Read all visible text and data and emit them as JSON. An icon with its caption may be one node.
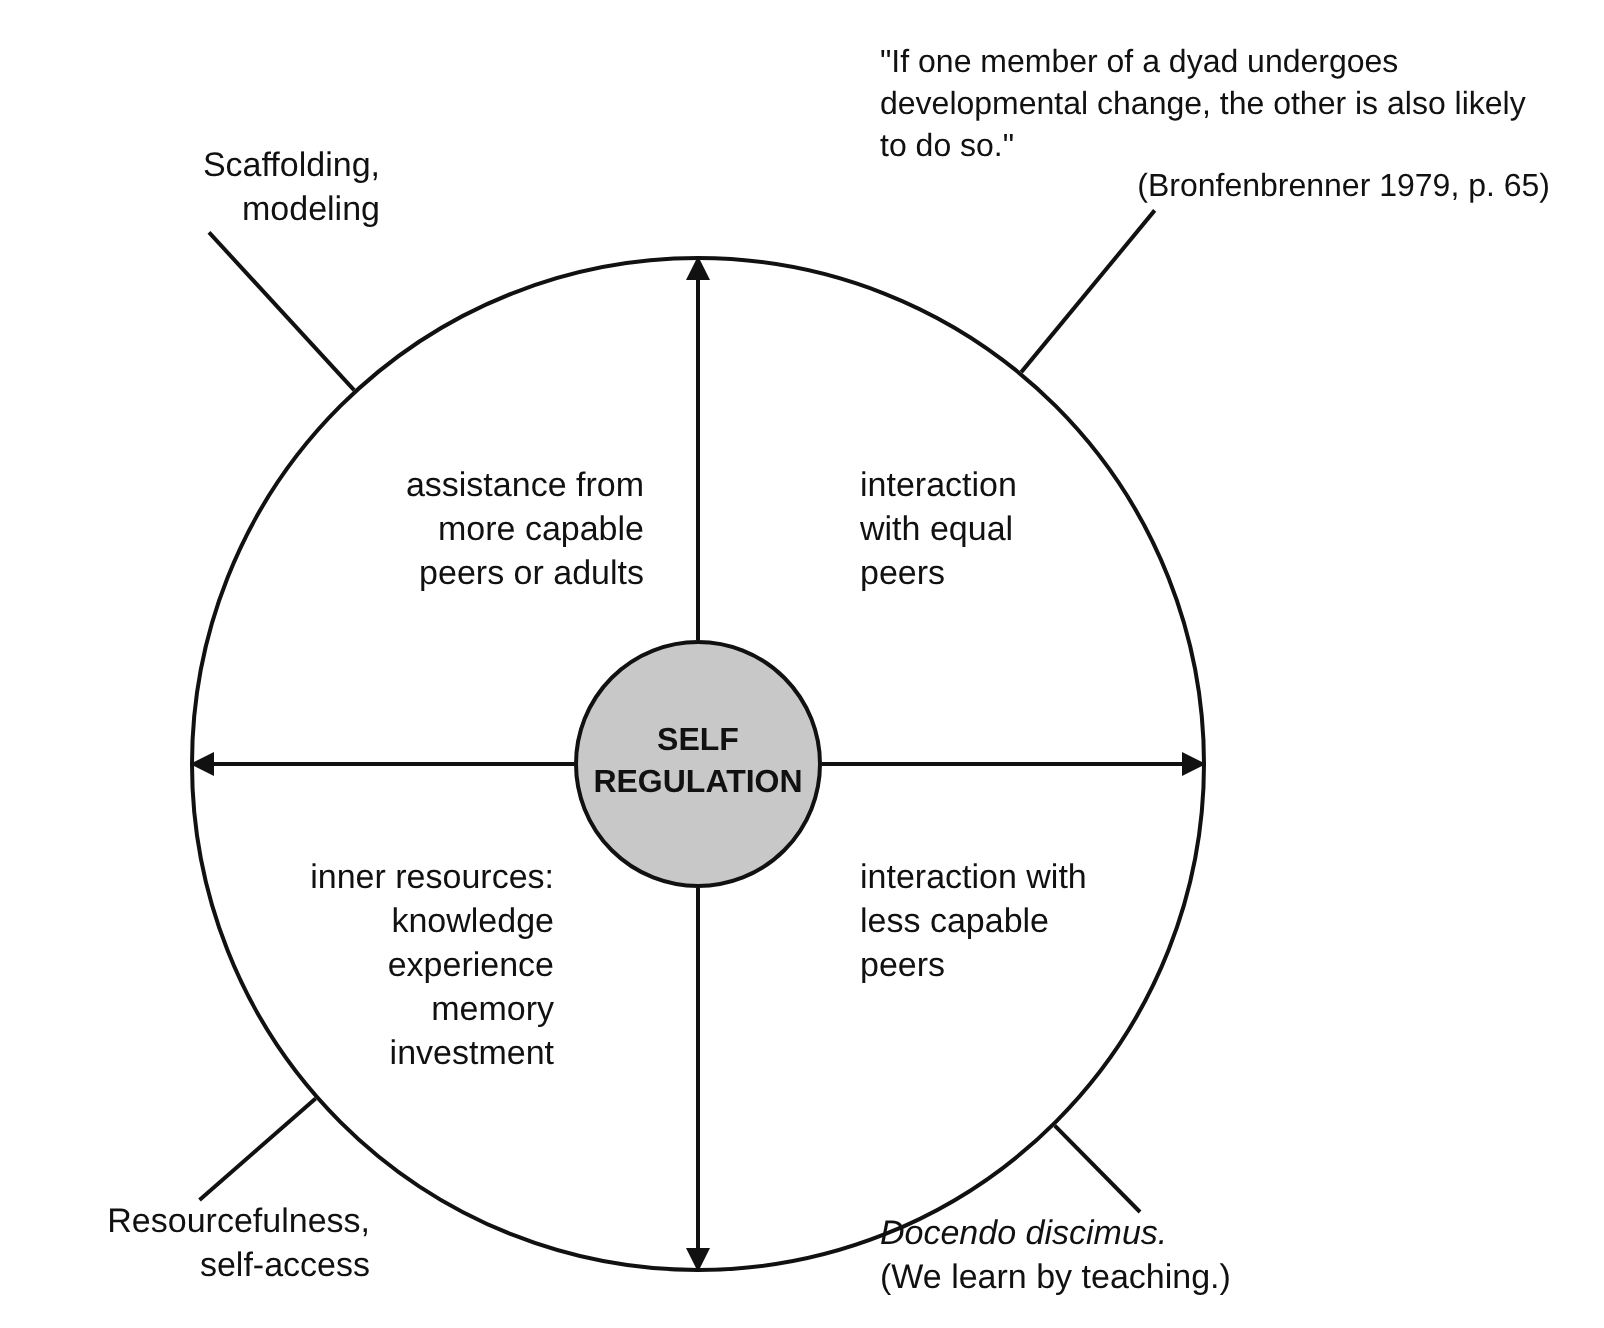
{
  "diagram": {
    "nodes": [
      {
        "text": [],
        "shape": "circle"
      },
      {
        "text": [
          "SELF REGULATION"
        ],
        "in": 0
      },
      {
        "text": [
          "Scaffolding, modeling"
        ]
      },
      {
        "text": [
          "\"If one member of a dyad undergoes developmental change, the other is also likely to do so.\"",
          "(Bronfenbrenner 1979, p. 65)"
        ]
      },
      {
        "text": [
          "Resourcefulness, self-access"
        ]
      },
      {
        "text": [
          "Docendo discimus.",
          "(We learn by teaching.)"
        ]
      }
    ],
    "edges": [
      {
        "from": 1,
        "to": 0,
        "arrow": "to"
      },
      {
        "from": 1,
        "to": 0,
        "arrow": "to"
      },
      {
        "from": 1,
        "to": 0,
        "arrow": "to"
      },
      {
        "from": 1,
        "to": 0,
        "arrow": "to"
      },
      {
        "from": 2,
        "to": 0,
        "arrow": "none"
      },
      {
        "from": 3,
        "to": 0,
        "arrow": "none"
      },
      {
        "from": 4,
        "to": 0,
        "arrow": "none"
      },
      {
        "from": 5,
        "to": 0,
        "arrow": "none"
      }
    ],
    "labels": [
      "assistance from more capable peers or adults",
      "interaction with equal peers",
      "inner resources: knowledge experience memory investment",
      "interaction with less capable peers"
    ]
  }
}
